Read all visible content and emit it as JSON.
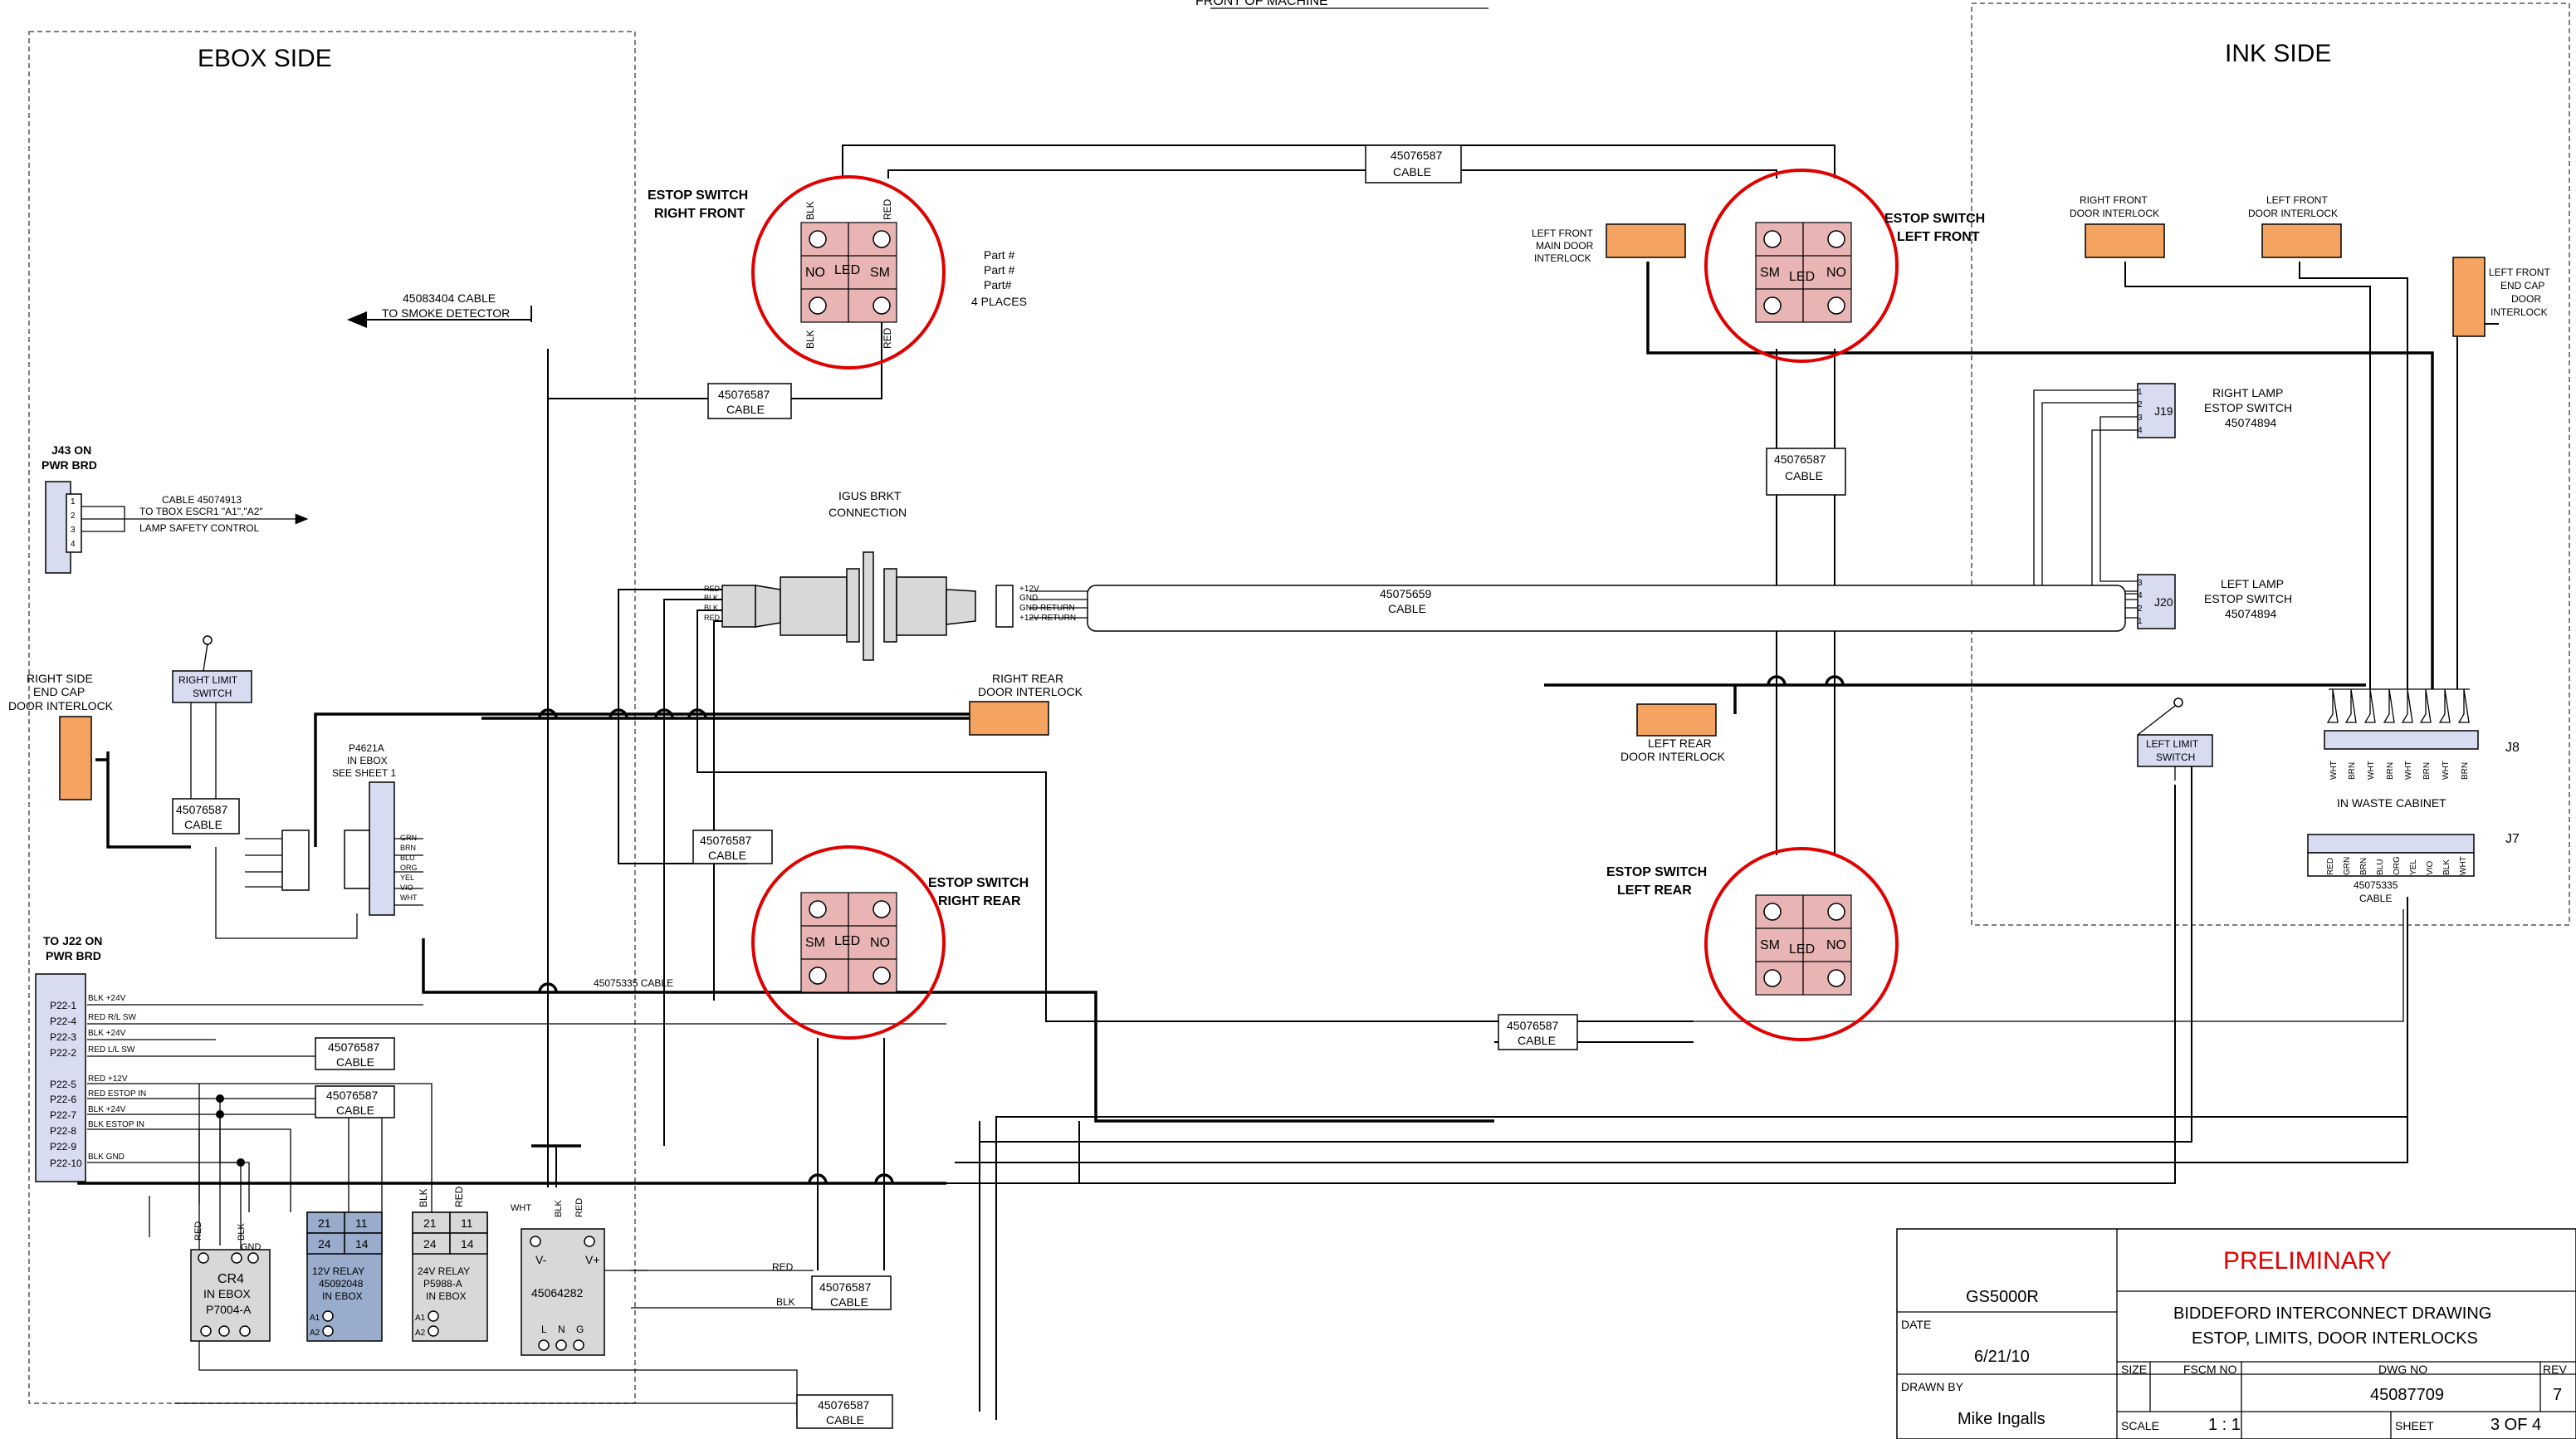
{
  "header": {
    "title": "FRONT OF MACHINE"
  },
  "regions": {
    "ebox": "EBOX  SIDE",
    "ink": "INK  SIDE"
  },
  "estop": {
    "right_front": [
      "ESTOP SWITCH",
      "RIGHT FRONT"
    ],
    "left_front": [
      "ESTOP SWITCH",
      "LEFT FRONT"
    ],
    "right_rear": [
      "ESTOP SWITCH",
      "RIGHT REAR"
    ],
    "left_rear": [
      "ESTOP SWITCH",
      "LEFT REAR"
    ],
    "cell_no": "NO",
    "cell_sm": "SM",
    "cell_led": "LED",
    "red": "RED",
    "blk": "BLK"
  },
  "part_note": [
    "Part #",
    "Part #",
    "Part#",
    "4 PLACES"
  ],
  "cables": {
    "c45076587": "45076587",
    "cable": "CABLE",
    "smoke": [
      "45083404 CABLE",
      "TO SMOKE DETECTOR"
    ],
    "lamp": [
      "CABLE 45074913",
      "TO TBOX ESCR1 \"A1\",\"A2\"",
      "LAMP SAFETY CONTROL"
    ],
    "c45075659": "45075659",
    "c45075335": "45075335 CABLE",
    "c45075335b": "45075335"
  },
  "igus": [
    "IGUS BRKT",
    "CONNECTION"
  ],
  "j43": {
    "title": [
      "J43 ON",
      "PWR BRD"
    ],
    "pins": [
      "1",
      "2",
      "3",
      "4"
    ]
  },
  "j22": {
    "title": [
      "TO J22 ON",
      "PWR BRD"
    ],
    "pins": [
      "P22-1",
      "P22-4",
      "P22-3",
      "P22-2",
      "P22-5",
      "P22-6",
      "P22-7",
      "P22-8",
      "P22-9",
      "P22-10"
    ],
    "sigs": [
      "BLK  +24V",
      "RED  R/L SW",
      "BLK  +24V",
      "RED  L/L SW",
      "RED  +12V",
      "RED  ESTOP IN",
      "BLK  +24V",
      "BLK  ESTOP IN",
      "",
      "BLK  GND"
    ]
  },
  "interlocks": {
    "right_side": [
      "RIGHT SIDE",
      "END CAP",
      "DOOR INTERLOCK"
    ],
    "right_rear": [
      "RIGHT REAR",
      "DOOR INTERLOCK"
    ],
    "left_front_main": [
      "LEFT FRONT",
      "MAIN DOOR",
      "INTERLOCK"
    ],
    "left_rear": [
      "LEFT REAR",
      "DOOR INTERLOCK"
    ],
    "right_front": [
      "RIGHT FRONT",
      "DOOR INTERLOCK"
    ],
    "left_front": [
      "LEFT FRONT",
      "DOOR INTERLOCK"
    ],
    "left_front_endcap": [
      "LEFT FRONT",
      "END CAP",
      "DOOR",
      "INTERLOCK"
    ]
  },
  "limits": {
    "right": [
      "RIGHT LIMIT",
      "SWITCH"
    ],
    "left": [
      "LEFT LIMIT",
      "SWITCH"
    ]
  },
  "p4621a": [
    "P4621A",
    "IN EBOX",
    "SEE SHEET 1"
  ],
  "p4621a_wires": [
    "GRN",
    "BRN",
    "BLU",
    "ORG",
    "YEL",
    "VIO",
    "WHT"
  ],
  "j19": {
    "id": "J19",
    "label": [
      "RIGHT LAMP",
      "ESTOP SWITCH",
      "45074894"
    ],
    "pins": [
      "1",
      "2",
      "3",
      "4"
    ]
  },
  "j20": {
    "id": "J20",
    "label": [
      "LEFT LAMP",
      "ESTOP SWITCH",
      "45074894"
    ],
    "pins": [
      "3",
      "4",
      "2",
      "1"
    ]
  },
  "igus_pins": [
    "+12V",
    "GND",
    "GND RETURN",
    "+12V RETURN"
  ],
  "igus_left": [
    "RED",
    "BLK",
    "BLK",
    "RED"
  ],
  "j8": {
    "id": "J8",
    "wires": [
      "WHT",
      "BRN",
      "WHT",
      "BRN",
      "WHT",
      "BRN",
      "WHT",
      "BRN"
    ]
  },
  "j7": {
    "id": "J7",
    "wires": [
      "RED",
      "GRN",
      "BRN",
      "BLU",
      "ORG",
      "YEL",
      "VIO",
      "BLK",
      "WHT"
    ]
  },
  "waste": "IN WASTE CABINET",
  "relays": {
    "cr4": [
      "CR4",
      "IN EBOX",
      "P7004-A"
    ],
    "r12": [
      "12V RELAY",
      "45092048",
      "IN EBOX"
    ],
    "r24": [
      "24V RELAY",
      "P5988-A",
      "IN EBOX"
    ],
    "psu": "45064282",
    "nums": [
      "21",
      "11",
      "24",
      "14"
    ],
    "a1": "A1",
    "a2": "A2",
    "psu_terms": [
      "V-",
      "V+",
      "L",
      "N",
      "G"
    ],
    "wires": [
      "RED",
      "BLK",
      "GND",
      "WHT"
    ]
  },
  "title_block": {
    "model": "GS5000R",
    "status": "PRELIMINARY",
    "company": "BIDDEFORD  INTERCONNECT DRAWING",
    "subtitle": "ESTOP, LIMITS, DOOR INTERLOCKS",
    "date_label": "DATE",
    "date": "6/21/10",
    "drawn_label": "DRAWN BY",
    "drawn": "Mike Ingalls",
    "size_label": "SIZE",
    "fscm_label": "FSCM NO",
    "dwg_label": "DWG NO",
    "dwg": "45087709",
    "rev_label": "REV",
    "rev": "7",
    "scale_label": "SCALE",
    "scale": "1 : 1",
    "sheet_label": "SHEET",
    "sheet": "3 OF 4"
  },
  "colors": {
    "orange": "#f4a460",
    "ring": "#e00000",
    "connector": "#d7dcf0",
    "relay": "#9aaccc",
    "switch_cell": "#e8b4b4"
  }
}
